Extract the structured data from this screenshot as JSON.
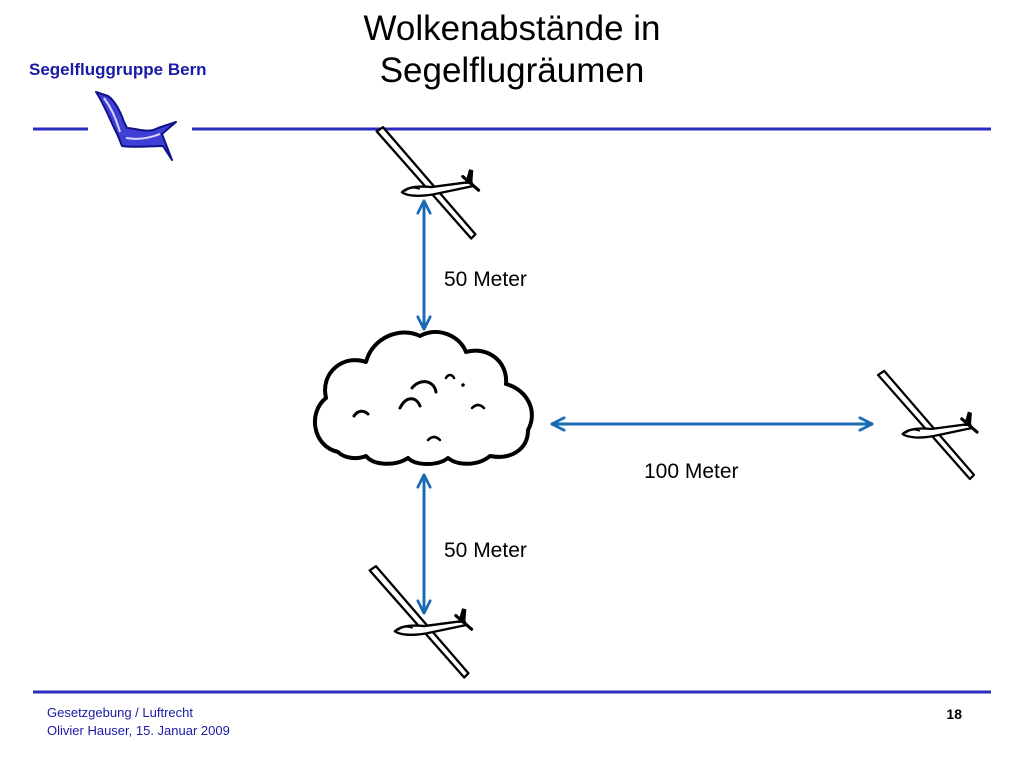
{
  "colors": {
    "brand": "#1a1aa6",
    "rule": "#2b2bc0",
    "arrow": "#1a6ab5",
    "text": "#000000"
  },
  "header": {
    "brand_text": "Segelfluggruppe Bern",
    "logo_icon": "seagull-icon",
    "title_line1": "Wolkenabstände in",
    "title_line2": "Segelflugräumen"
  },
  "diagram": {
    "icons": {
      "cloud": "cloud-icon",
      "glider": "glider-icon"
    },
    "distances": {
      "above": "50 Meter",
      "side": "100 Meter",
      "below": "50 Meter"
    }
  },
  "footer": {
    "line1": "Gesetzgebung / Luftrecht",
    "line2": "Olivier Hauser, 15. Januar 2009",
    "page_number": "18"
  }
}
